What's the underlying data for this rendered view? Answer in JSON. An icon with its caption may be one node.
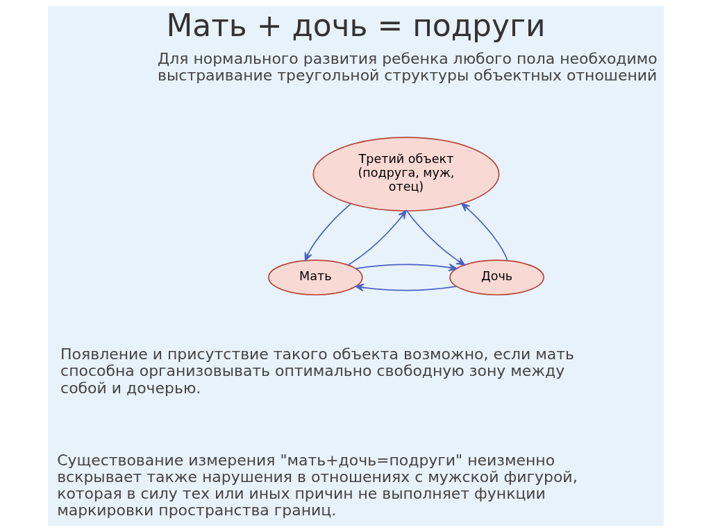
{
  "diagram": {
    "title": "Мать + дочь = подруги",
    "nodes": [
      {
        "text": [
          "Третий объект (подруга, муж, отец)"
        ]
      },
      {
        "text": [
          "Мать"
        ]
      },
      {
        "text": [
          "Дочь"
        ]
      }
    ],
    "edges": [
      {
        "from": 1,
        "to": 0,
        "arrow": "to"
      },
      {
        "from": 0,
        "to": 1,
        "arrow": "to"
      },
      {
        "from": 0,
        "to": 2,
        "arrow": "to"
      },
      {
        "from": 2,
        "to": 0,
        "arrow": "to"
      },
      {
        "from": 2,
        "to": 1,
        "arrow": "to"
      },
      {
        "from": 1,
        "to": 2,
        "arrow": "to"
      }
    ],
    "labels": [
      "Для нормального развития ребенка любого пола необходимо выстраивание треугольной структуры объектных отношений",
      "Появление и присутствие такого объекта возможно, если мать способна организовывать оптимально свободную зону между собой и дочерью.",
      "Существование измерения \"мать+дочь=подруги\" неизменно вскрывает также нарушения в отношениях с мужской фигурой, которая в силу тех или иных причин не выполняет функции маркировки пространства границ."
    ]
  }
}
